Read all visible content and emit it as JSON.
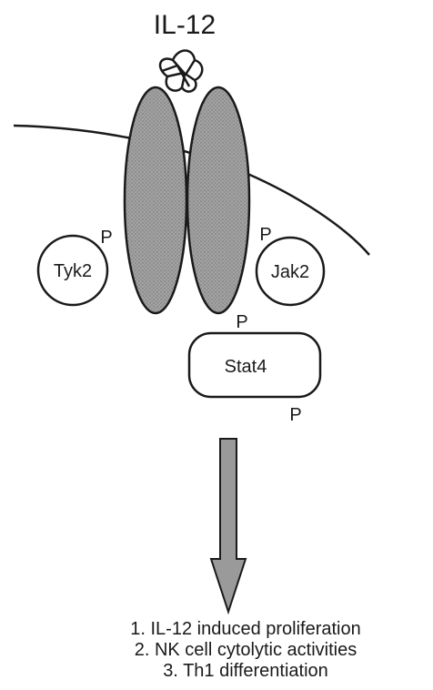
{
  "ligand": {
    "label": "IL-12"
  },
  "phospho_label": "P",
  "kinases": {
    "left": "Tyk2",
    "right": "Jak2"
  },
  "stat": {
    "label": "Stat4"
  },
  "outcomes": [
    "1. IL-12 induced proliferation",
    "2. NK cell cytolytic activities",
    "3. Th1 differentiation"
  ],
  "colors": {
    "ink": "#1a1a1a",
    "receptor_fill": "#9b9b9b",
    "arrow_fill": "#9a9a9a",
    "background": "#ffffff"
  }
}
